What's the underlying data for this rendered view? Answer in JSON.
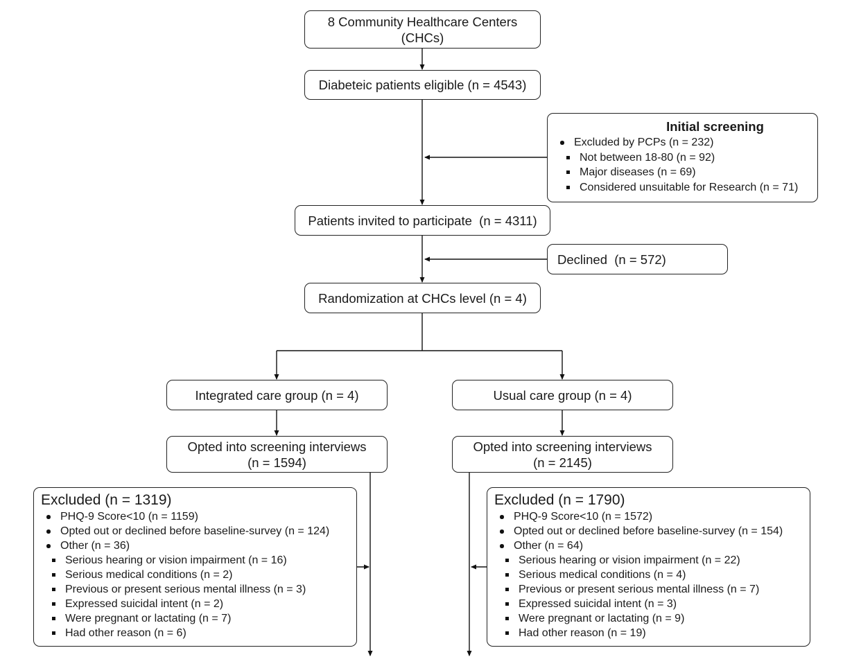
{
  "nodes": {
    "chc": "8 Community Healthcare Centers\n(CHCs)",
    "eligible": "Diabeteic patients eligible (n = 4543)",
    "invited": "Patients invited to participate  (n = 4311)",
    "declined": "Declined  (n = 572)",
    "randomization": "Randomization at CHCs level (n = 4)",
    "integrated": "Integrated care group (n = 4)",
    "usual": "Usual care group (n = 4)",
    "opted_left": "Opted into screening interviews\n(n = 1594)",
    "opted_right": "Opted into screening interviews\n(n = 2145)"
  },
  "initial_screening": {
    "title": "Initial screening",
    "bullets": [
      "Excluded by PCPs (n = 232)"
    ],
    "squares": [
      "Not between 18-80 (n = 92)",
      "Major diseases (n = 69)",
      "Considered unsuitable for Research (n = 71)"
    ]
  },
  "excluded_left": {
    "title": "Excluded (n = 1319)",
    "bullets": [
      "PHQ-9 Score<10 (n = 1159)",
      "Opted out or declined before baseline-survey (n = 124)",
      "Other (n = 36)"
    ],
    "squares": [
      "Serious hearing or vision impairment (n = 16)",
      "Serious medical conditions (n = 2)",
      "Previous or present serious mental illness (n = 3)",
      "Expressed suicidal intent (n = 2)",
      "Were pregnant or lactating (n = 7)",
      "Had other reason (n = 6)"
    ]
  },
  "excluded_right": {
    "title": "Excluded (n = 1790)",
    "bullets": [
      "PHQ-9 Score<10 (n = 1572)",
      "Opted out or declined before baseline-survey (n = 154)",
      "Other (n = 64)"
    ],
    "squares": [
      "Serious hearing or vision impairment (n = 22)",
      "Serious medical conditions (n = 4)",
      "Previous or present serious mental illness (n = 7)",
      "Expressed suicidal intent (n = 3)",
      "Were pregnant or lactating (n = 9)",
      "Had other reason (n = 19)"
    ]
  }
}
